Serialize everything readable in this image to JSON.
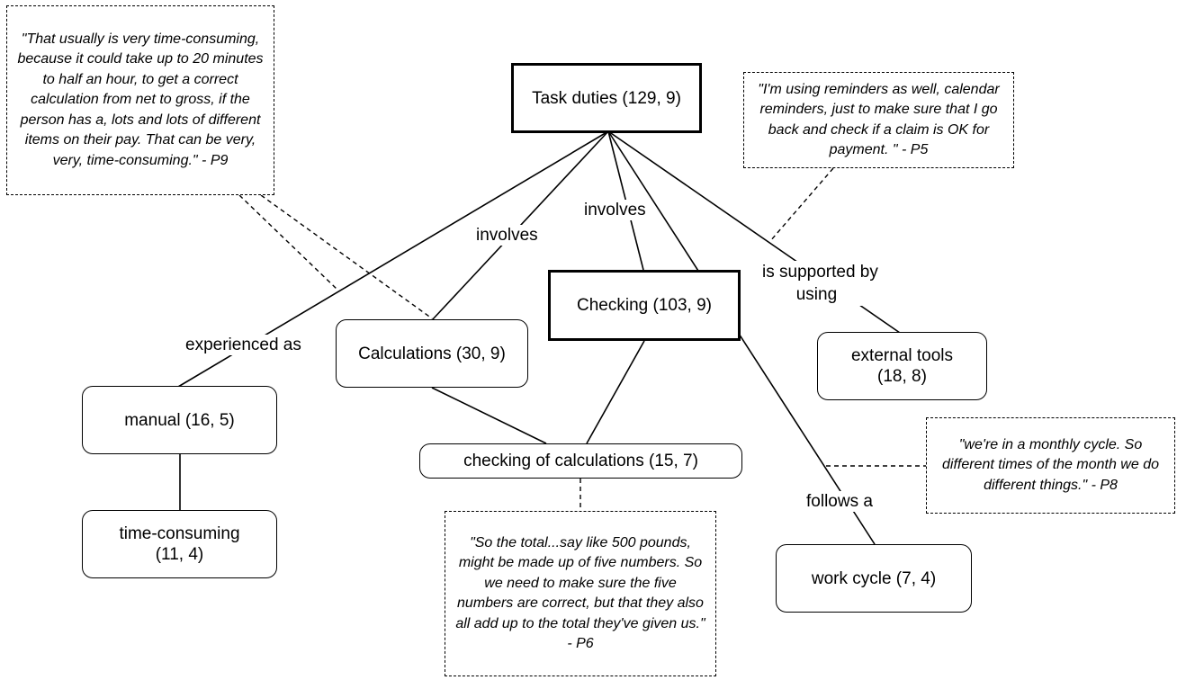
{
  "nodes": {
    "task_duties": "Task duties (129, 9)",
    "checking": "Checking (103, 9)",
    "calculations": "Calculations (30, 9)",
    "external_tools_line1": "external tools",
    "external_tools_line2": "(18, 8)",
    "manual": "manual (16, 5)",
    "checking_of_calculations": "checking of calculations (15, 7)",
    "time_consuming_line1": "time-consuming",
    "time_consuming_line2": "(11, 4)",
    "work_cycle": "work cycle (7, 4)"
  },
  "edge_labels": {
    "involves_calc": "involves",
    "involves_check": "involves",
    "supported_line1": "is supported by",
    "supported_line2": "using",
    "experienced_as": "experienced as",
    "follows_a": "follows a"
  },
  "quotes": {
    "p9": "\"That usually is very time-consuming, because it could take up to 20 minutes to half an hour, to get a correct calculation from net to gross, if the person has a, lots and lots of different items on their pay. That can be very, very, time-consuming.\" - P9",
    "p5": "\"I'm using reminders as well, calendar reminders, just to make sure that I go back and check if a claim is OK for payment. \" - P5",
    "p8": "\"we're in a monthly cycle. So different times of the month we do different things.\" - P8",
    "p6": "\"So the total...say like 500 pounds, might be made up of five numbers. So we need to make sure the five numbers are correct, but that they also all add up to the total they've given us.\" - P6"
  }
}
